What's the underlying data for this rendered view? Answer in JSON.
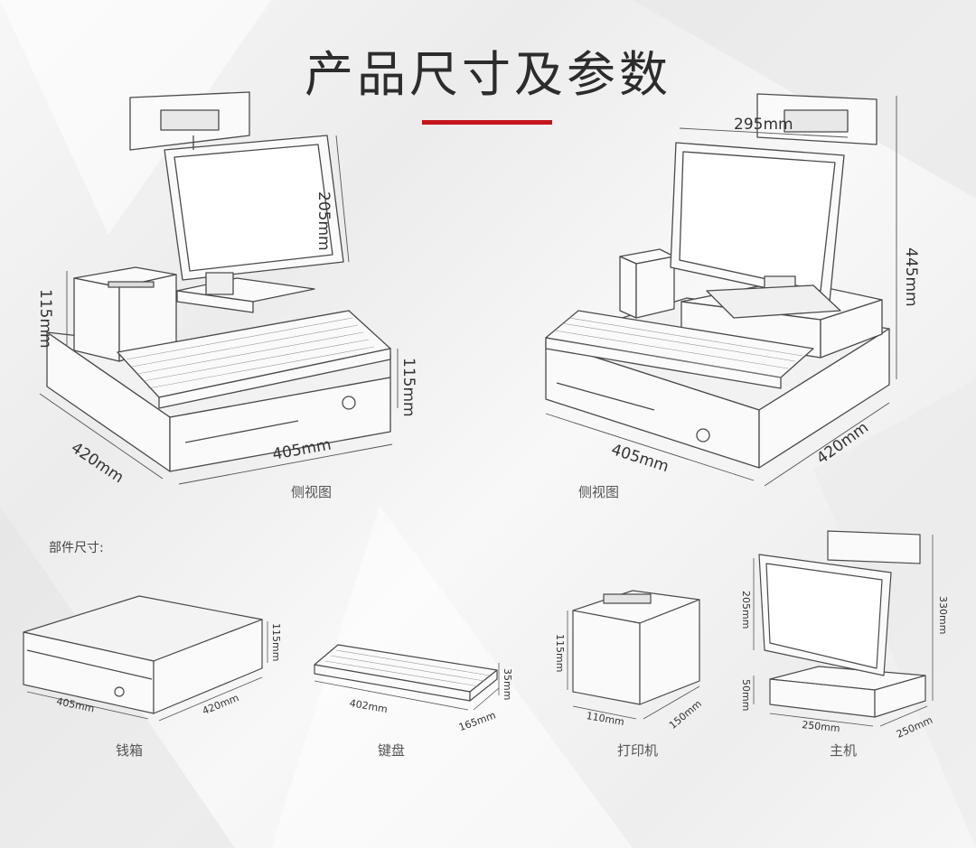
{
  "title": "产品尺寸及参数",
  "accent_color": "#c4161c",
  "views": {
    "left_caption": "侧视图",
    "right_caption": "侧视图",
    "left_dims": {
      "monitor_height": "205mm",
      "printer_height": "115mm",
      "drawer_height": "115mm",
      "depth": "420mm",
      "width": "405mm"
    },
    "right_dims": {
      "monitor_width": "295mm",
      "total_height": "445mm",
      "width": "405mm",
      "depth": "420mm"
    }
  },
  "components_heading": "部件尺寸:",
  "components": {
    "drawer": {
      "name": "钱箱",
      "width": "405mm",
      "depth": "420mm",
      "height": "115mm"
    },
    "keyboard": {
      "name": "键盘",
      "width": "402mm",
      "depth": "165mm",
      "height": "35mm"
    },
    "printer": {
      "name": "打印机",
      "width": "110mm",
      "depth": "150mm",
      "height": "115mm"
    },
    "host": {
      "name": "主机",
      "width": "250mm",
      "depth": "250mm",
      "monitor_height": "205mm",
      "base_height": "50mm",
      "total_height": "330mm"
    }
  }
}
